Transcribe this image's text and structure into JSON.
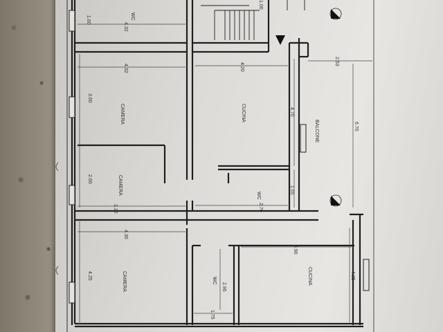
{
  "rooms": {
    "wc_top": "WC",
    "camera_1": "CAMERA",
    "camera_2": "CAMERA",
    "cucina_1": "CUCINA",
    "wc_mid": "WC",
    "balcone": "BALCONE",
    "camera_3": "CAMERA",
    "wc_bottom": "WC",
    "cucina_2": "CUCINA"
  },
  "dimensions": {
    "d_160": "1.60",
    "d_432_a": "4.32",
    "d_432_b": "4.32",
    "d_360": "3.60",
    "d_260": "2.60",
    "d_322": "3.22",
    "d_430": "4.30",
    "d_425_a": "4.25",
    "d_420": "4.20",
    "d_470": "4.70",
    "d_165": "1.65",
    "d_270": "2.70",
    "d_253": "2.53",
    "d_670": "6.70",
    "d_490": "4.90",
    "d_425_b": "4.25",
    "d_295": "2.95",
    "d_175": "1.75",
    "d_100": "1.00"
  }
}
